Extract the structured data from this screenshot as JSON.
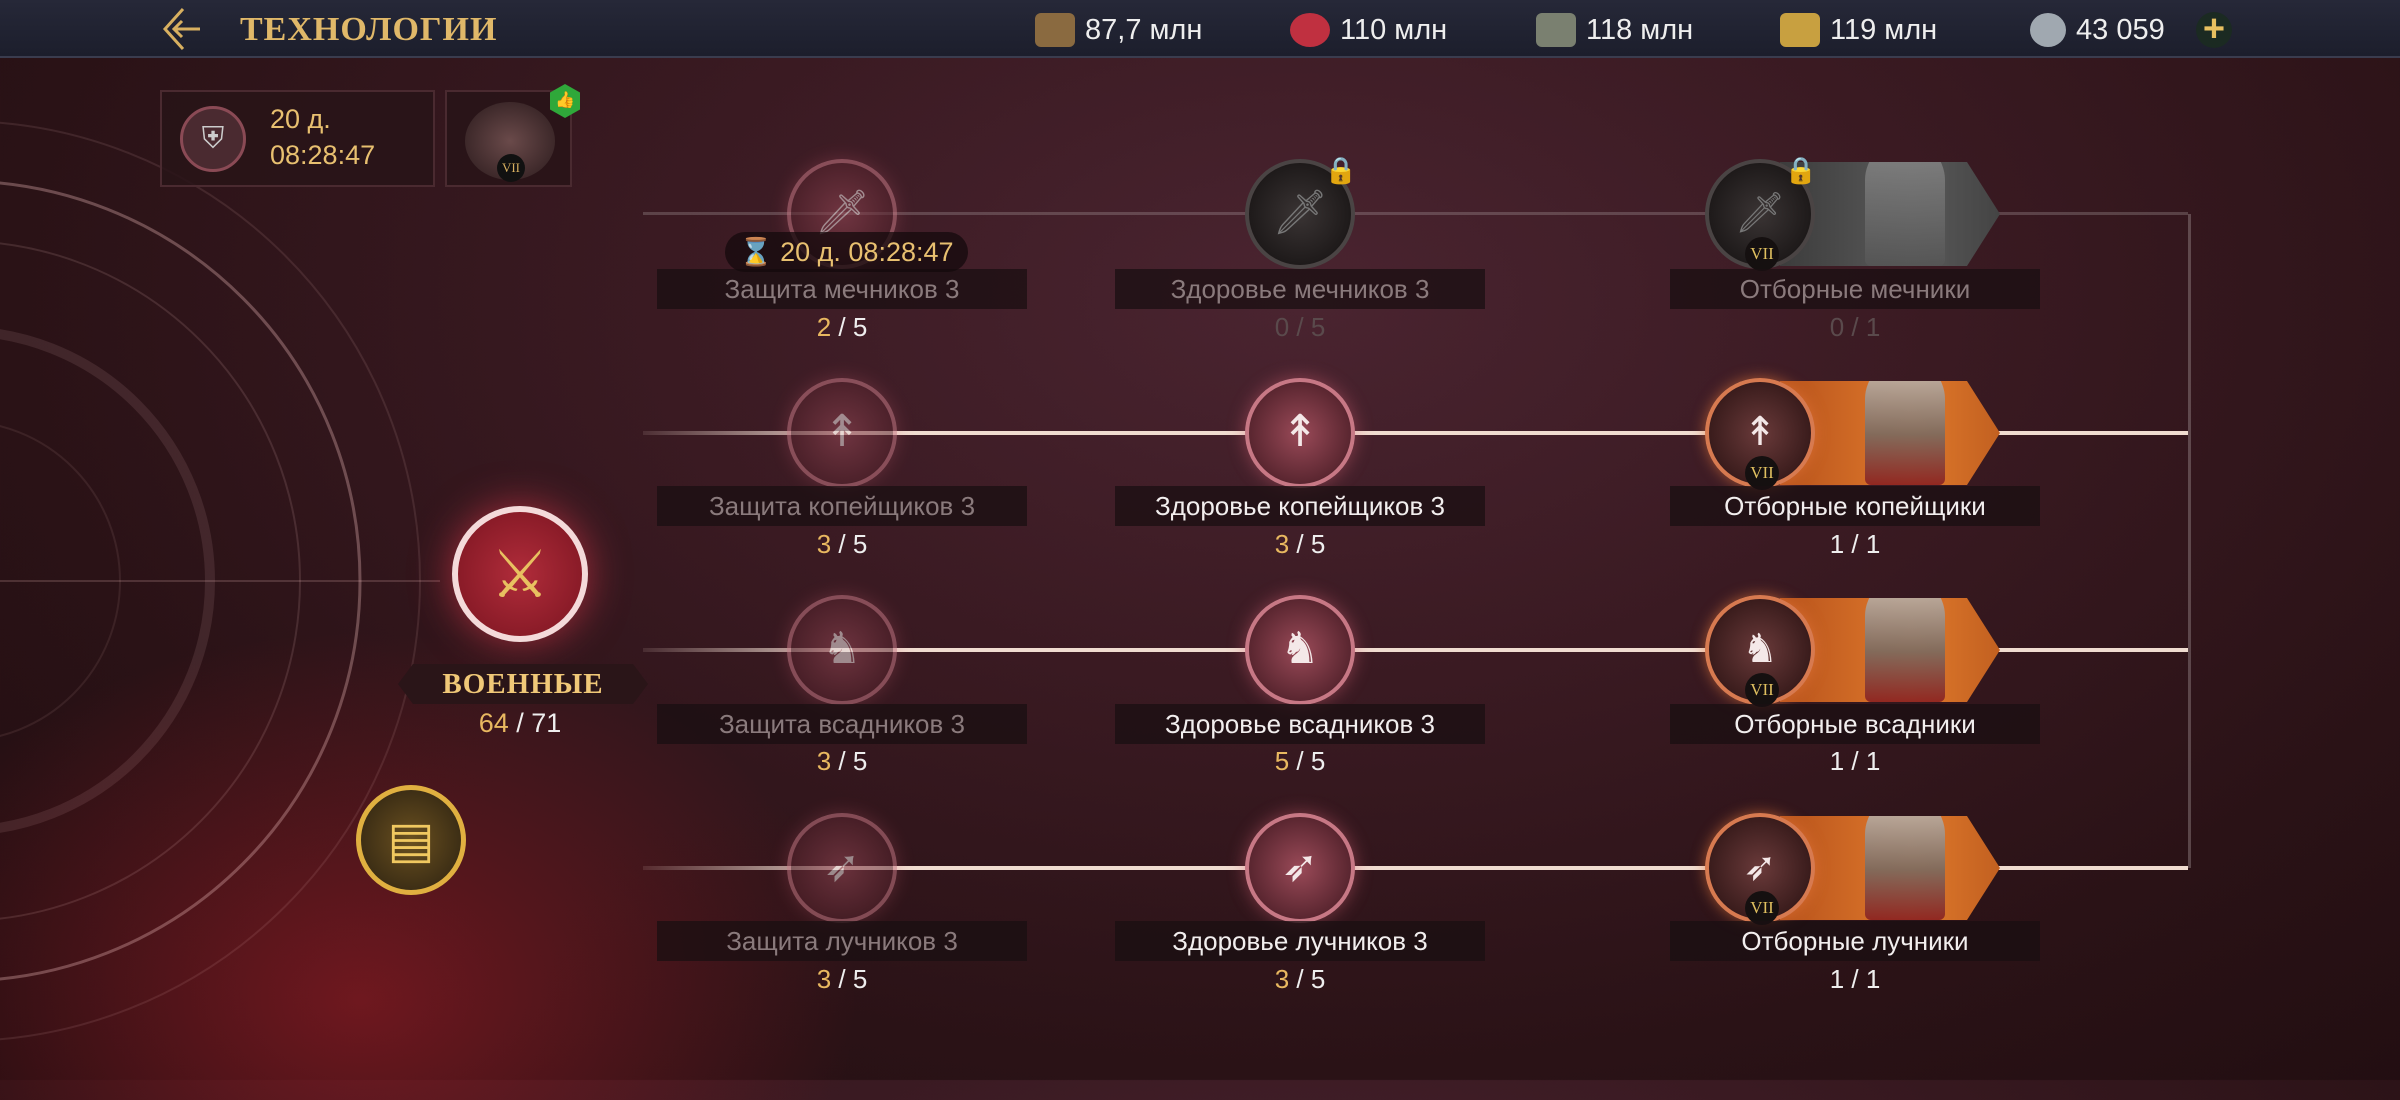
{
  "header": {
    "title": "ТЕХНОЛОГИИ",
    "back_icon": "back-arrow-icon"
  },
  "resources": [
    {
      "name": "wood",
      "value": "87,7 млн",
      "color": "#8a6a40"
    },
    {
      "name": "food",
      "value": "110 млн",
      "color": "#c03040"
    },
    {
      "name": "stone",
      "value": "118 млн",
      "color": "#7a8070"
    },
    {
      "name": "gold",
      "value": "119 млн",
      "color": "#c8a040"
    },
    {
      "name": "silver",
      "value": "43 059",
      "color": "#a0a8b0"
    }
  ],
  "queue": {
    "timer_days": "20 д.",
    "timer_time": "08:28:47"
  },
  "build_timer": "20 д. 08:28:47",
  "category": {
    "label": "ВОЕННЫЕ",
    "current": "64",
    "total": "71"
  },
  "columns_icons": [
    "shield",
    "heart",
    "elite"
  ],
  "rows": [
    {
      "def": {
        "label": "Защита мечников 3",
        "cur": "2",
        "max": "5"
      },
      "hp": {
        "label": "Здоровье мечников 3",
        "cur": "0",
        "max": "5",
        "locked": true
      },
      "elite": {
        "label": "Отборные мечники",
        "cur": "0",
        "max": "1",
        "locked": true
      },
      "glyph": "🗡"
    },
    {
      "def": {
        "label": "Защита копейщиков 3",
        "cur": "3",
        "max": "5"
      },
      "hp": {
        "label": "Здоровье копейщиков 3",
        "cur": "3",
        "max": "5"
      },
      "elite": {
        "label": "Отборные копейщики",
        "cur": "1",
        "max": "1"
      },
      "glyph": "↟"
    },
    {
      "def": {
        "label": "Защита всадников 3",
        "cur": "3",
        "max": "5"
      },
      "hp": {
        "label": "Здоровье всадников 3",
        "cur": "5",
        "max": "5"
      },
      "elite": {
        "label": "Отборные всадники",
        "cur": "1",
        "max": "1"
      },
      "glyph": "♞"
    },
    {
      "def": {
        "label": "Защита лучников 3",
        "cur": "3",
        "max": "5"
      },
      "hp": {
        "label": "Здоровье лучников 3",
        "cur": "3",
        "max": "5"
      },
      "elite": {
        "label": "Отборные лучники",
        "cur": "1",
        "max": "1"
      },
      "glyph": "➶"
    }
  ],
  "elite_rank": "VII",
  "colors": {
    "accent": "#e0b869",
    "progress": "#e8b860"
  }
}
